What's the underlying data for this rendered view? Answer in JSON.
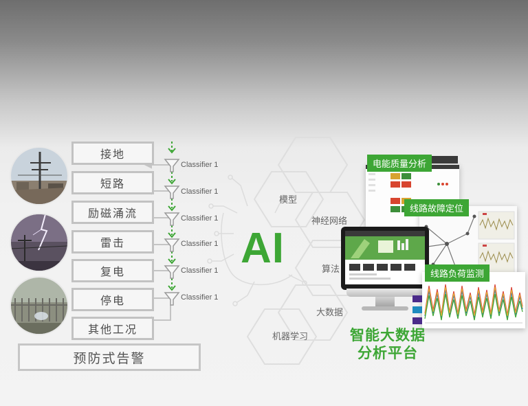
{
  "categories": [
    "接地",
    "短路",
    "励磁涌流",
    "雷击",
    "复电",
    "停电",
    "其他工况"
  ],
  "classifier_label": "Classifier 1",
  "alert_label": "预防式告警",
  "ai_label": "AI",
  "hex_labels": {
    "model": "模型",
    "neural_network": "神经网络",
    "algorithm": "算法",
    "big_data": "大数据",
    "machine_learning": "机器学习"
  },
  "platform": {
    "line1": "智能大数据",
    "line2": "分析平台"
  },
  "tags": {
    "power_quality": "电能质量分析",
    "fault_location": "线路故障定位",
    "load_monitor": "线路负荷监测"
  },
  "colors": {
    "accent_green": "#3da635",
    "box_border": "#c2c2c2"
  }
}
